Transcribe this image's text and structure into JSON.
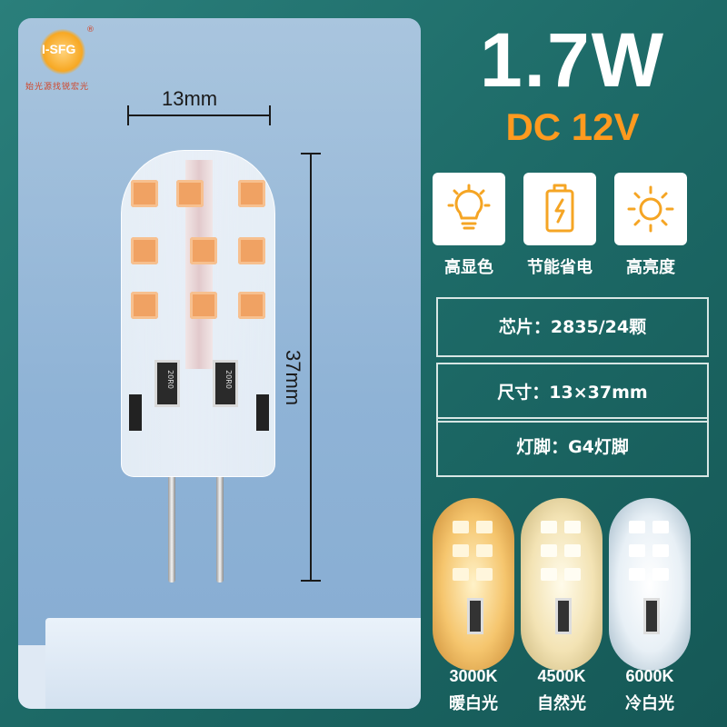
{
  "brand": {
    "logo_text": "I-SFG",
    "tagline": "始光源找锐宏光",
    "reg_mark": "®"
  },
  "dimensions": {
    "width_label": "13mm",
    "height_label": "37mm"
  },
  "bulb": {
    "resistor_code": "20R0"
  },
  "header": {
    "power": "1.7W",
    "voltage": "DC 12V"
  },
  "features": [
    {
      "icon": "bulb-icon",
      "label": "高显色"
    },
    {
      "icon": "battery-icon",
      "label": "节能省电"
    },
    {
      "icon": "sun-icon",
      "label": "高亮度"
    }
  ],
  "specs": [
    {
      "text": "芯片：2835/24颗"
    },
    {
      "text": "尺寸：13×37mm"
    },
    {
      "text": "灯脚：G4灯脚"
    }
  ],
  "variants": [
    {
      "temp": "3000K",
      "name": "暖白光",
      "color": "#f5c56d"
    },
    {
      "temp": "4500K",
      "name": "自然光",
      "color": "#f3e3b4"
    },
    {
      "temp": "6000K",
      "name": "冷白光",
      "color": "#e8f0f6"
    }
  ],
  "colors": {
    "accent": "#ff9a1f",
    "background": "#1f6f6c",
    "led": "#f0a263"
  }
}
